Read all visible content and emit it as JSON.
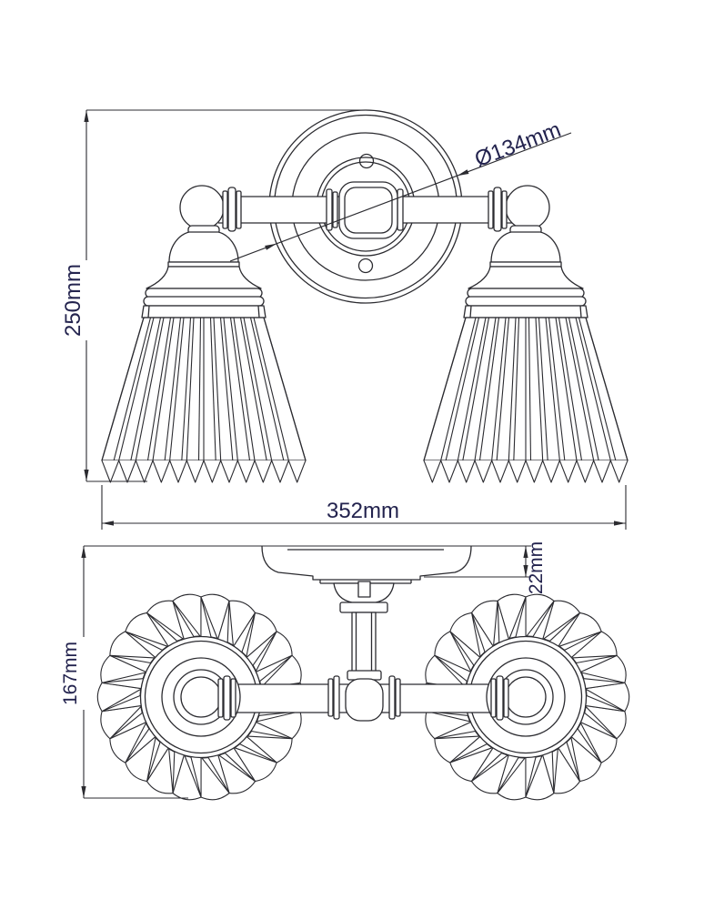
{
  "dimensions": {
    "front_height": "250mm",
    "front_width": "352mm",
    "backplate_diameter": "Ø134mm",
    "plan_plate_depth": "22mm",
    "plan_depth": "167mm"
  },
  "colors": {
    "line": "#2b2b30",
    "dim_text": "#23234e",
    "background": "#ffffff"
  }
}
